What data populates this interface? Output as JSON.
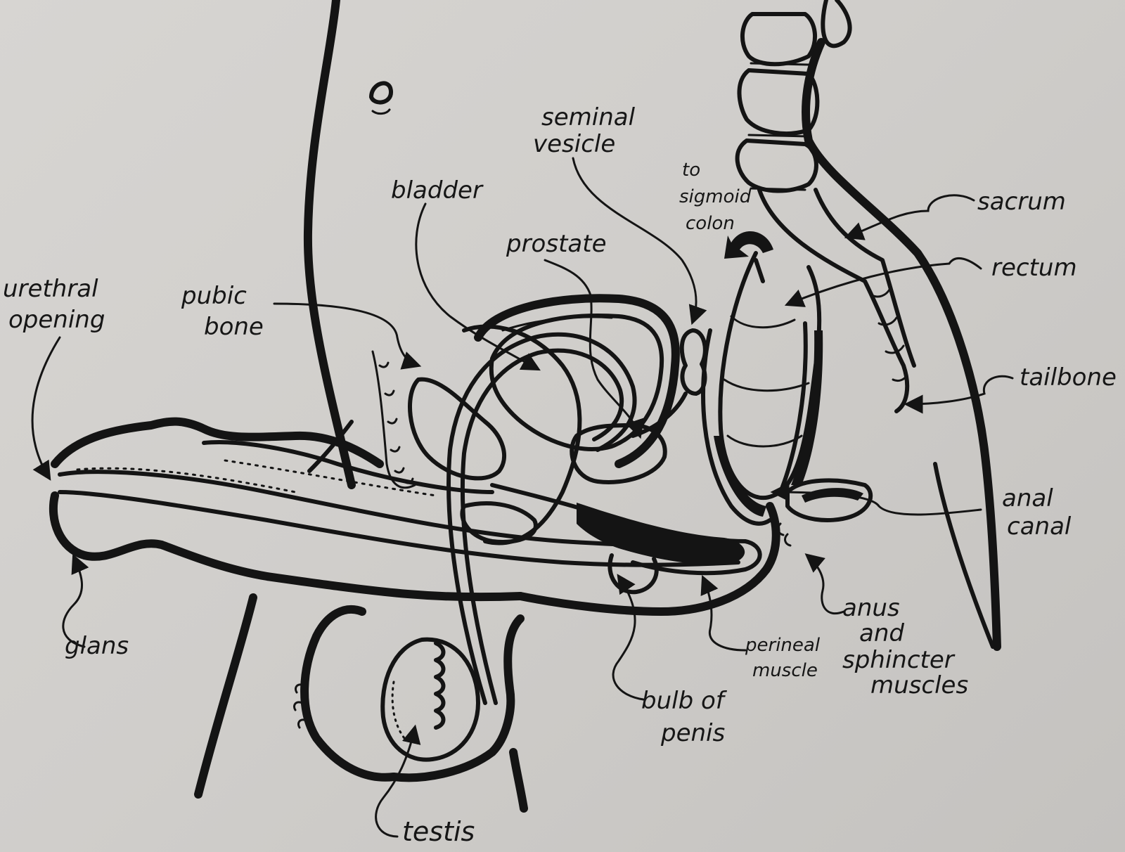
{
  "labels": {
    "urethral_opening": [
      "urethral",
      "opening"
    ],
    "pubic_bone": [
      "pubic",
      "bone"
    ],
    "bladder": "bladder",
    "prostate": "prostate",
    "seminal_vesicle": [
      "seminal",
      "vesicle"
    ],
    "to_sigmoid_colon": [
      "to",
      "sigmoid",
      "colon"
    ],
    "sacrum": "sacrum",
    "rectum": "rectum",
    "tailbone": "tailbone",
    "anal_canal": [
      "anal",
      "canal"
    ],
    "anus_and_sphincter_muscles": [
      "anus",
      "and",
      "sphincter",
      "muscles"
    ],
    "perineal_muscle": [
      "perineal",
      "muscle"
    ],
    "bulb_of_penis": [
      "bulb of",
      "penis"
    ],
    "testis": "testis",
    "glans": "glans"
  },
  "colors": {
    "paper": "#d3d1ce",
    "ink": "#141414",
    "stipple": "#9a9896"
  }
}
